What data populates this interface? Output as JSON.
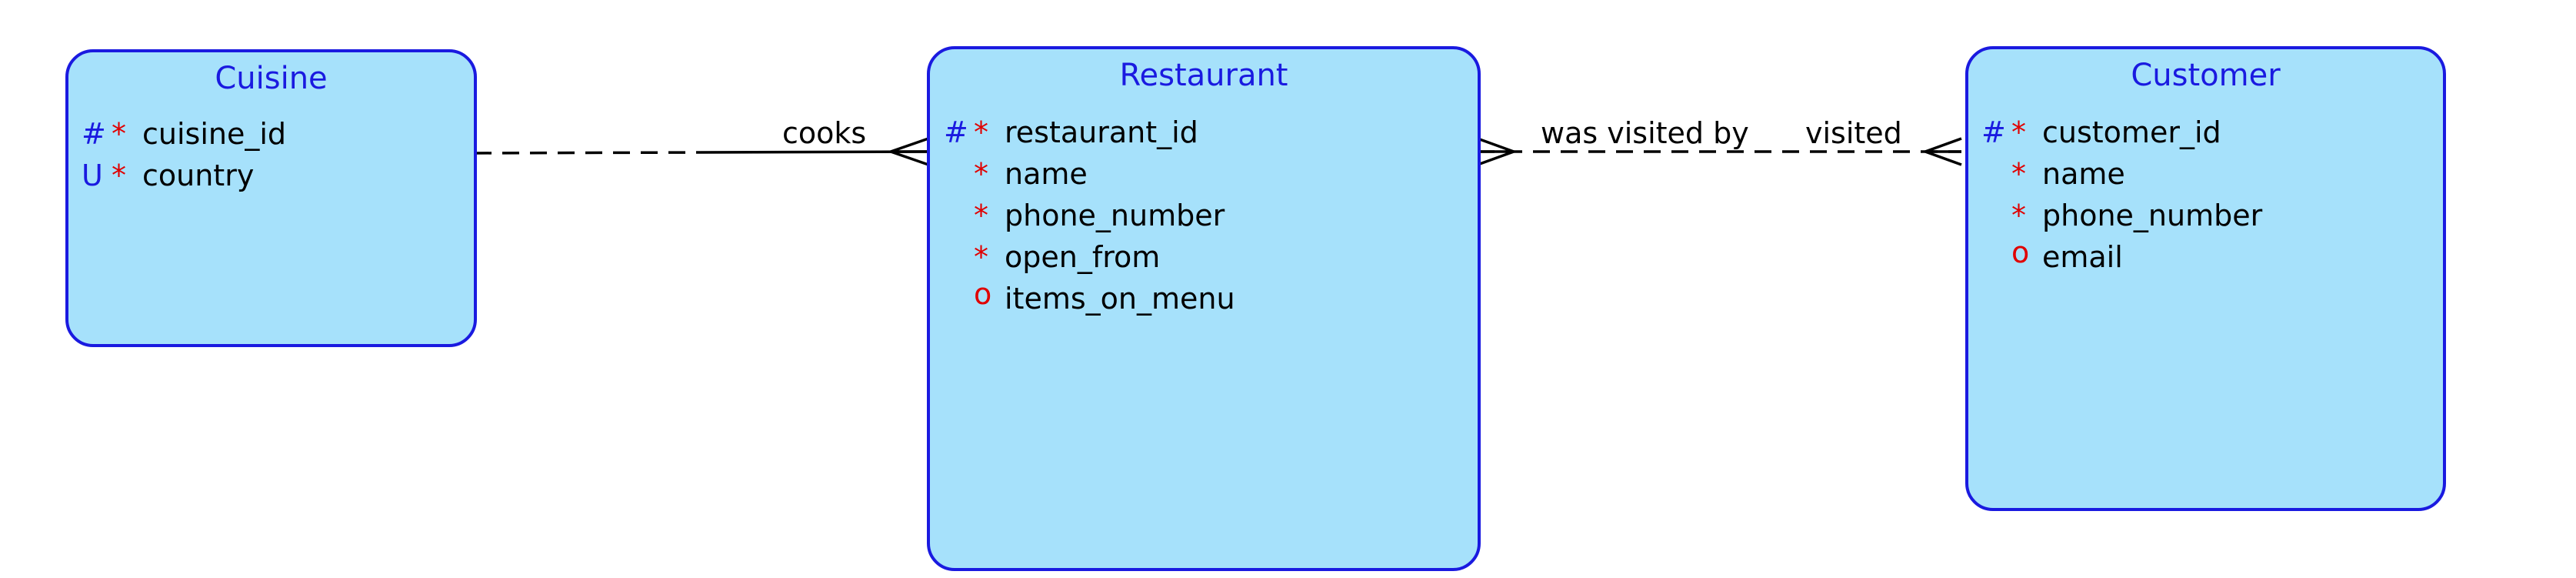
{
  "colors": {
    "entity_fill": "#a6e1fb",
    "entity_border": "#1a1ae0",
    "entity_title": "#1a1ae0",
    "identifier_marker": "#1a1ae0",
    "required_marker": "#e00000",
    "optional_marker": "#e00000",
    "text": "#000000"
  },
  "entities": [
    {
      "title": "Cuisine",
      "attributes": [
        {
          "key": "#",
          "req": "*",
          "name": "cuisine_id"
        },
        {
          "key": "U",
          "req": "*",
          "name": "country"
        }
      ]
    },
    {
      "title": "Restaurant",
      "attributes": [
        {
          "key": "#",
          "req": "*",
          "name": "restaurant_id"
        },
        {
          "key": "",
          "req": "*",
          "name": "name"
        },
        {
          "key": "",
          "req": "*",
          "name": "phone_number"
        },
        {
          "key": "",
          "req": "*",
          "name": "open_from"
        },
        {
          "key": "",
          "req": "o",
          "name": "items_on_menu"
        }
      ]
    },
    {
      "title": "Customer",
      "attributes": [
        {
          "key": "#",
          "req": "*",
          "name": "customer_id"
        },
        {
          "key": "",
          "req": "*",
          "name": "name"
        },
        {
          "key": "",
          "req": "*",
          "name": "phone_number"
        },
        {
          "key": "",
          "req": "o",
          "name": "email"
        }
      ]
    }
  ],
  "relationships": [
    {
      "label": "cooks",
      "from": "Cuisine",
      "to": "Restaurant",
      "from_optional": true,
      "to_optional": false,
      "from_many": false,
      "to_many": true
    },
    {
      "label_left": "was visited by",
      "label_right": "visited",
      "from": "Restaurant",
      "to": "Customer",
      "from_optional": true,
      "to_optional": true,
      "from_many": true,
      "to_many": true
    }
  ]
}
